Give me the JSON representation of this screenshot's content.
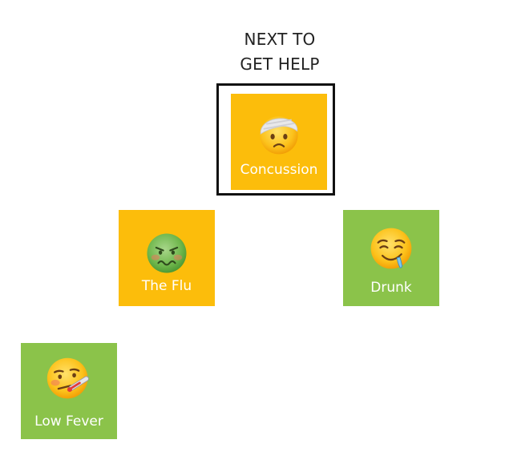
{
  "header": {
    "line1": "NEXT TO",
    "line2": "GET HELP"
  },
  "tiles": [
    {
      "label": "Concussion",
      "icon": "head-bandage-emoji-icon",
      "color": "#fcbd0b",
      "selected": true
    },
    {
      "label": "The Flu",
      "icon": "nauseated-face-emoji-icon",
      "color": "#fcbd0b",
      "selected": false
    },
    {
      "label": "Drunk",
      "icon": "drooling-face-emoji-icon",
      "color": "#8bc34a",
      "selected": false
    },
    {
      "label": "Low Fever",
      "icon": "thermometer-face-emoji-icon",
      "color": "#8bc34a",
      "selected": false
    }
  ],
  "colors": {
    "urgent": "#fcbd0b",
    "mild": "#8bc34a",
    "selection_border": "#111111"
  }
}
